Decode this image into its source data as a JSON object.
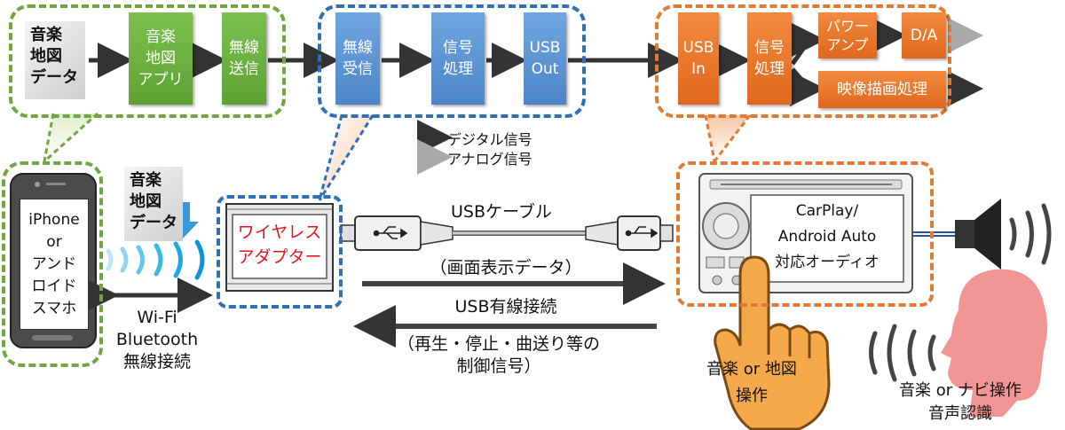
{
  "colors": {
    "green": "#6fa843",
    "blue": "#2f6fb5",
    "orange": "#e07a35",
    "arrow_digital": "#333333",
    "arrow_analog": "#a9a9a9"
  },
  "phone_group": {
    "data_doc": "音楽\n地図\nデータ",
    "app_box": "音楽\n地図\nアプリ",
    "tx_box": "無線\n送信"
  },
  "adapter_group": {
    "rx_box": "無線\n受信",
    "proc_box": "信号\n処理",
    "usb_out_box": "USB\nOut"
  },
  "audio_group": {
    "usb_in_box": "USB\nIn",
    "proc_box": "信号\n処理",
    "amp_box": "パワー\nアンプ",
    "da_box": "D/A",
    "video_box": "映像描画処理"
  },
  "legend": {
    "digital": "デジタル信号",
    "analog": "アナログ信号"
  },
  "phone": {
    "screen_text": "iPhone\nor\nアンド\nロイド\nスマホ"
  },
  "floating_doc": "音楽\n地図\nデータ",
  "wireless_label": "Wi-Fi\nBluetooth\n無線接続",
  "adapter": {
    "label": "ワイヤレス\nアダプター"
  },
  "cable_label": "USBケーブル",
  "usb_link": {
    "screen_data": "（画面表示データ）",
    "wired": "USB有線接続",
    "control": "（再生・停止・曲送り等の\n制御信号）"
  },
  "head_unit": {
    "screen_text": "CarPlay/\nAndroid Auto\n対応オーディオ"
  },
  "touch_label": "音楽 or 地図\n操作",
  "voice_label": "音楽 or ナビ操作\n音声認識"
}
